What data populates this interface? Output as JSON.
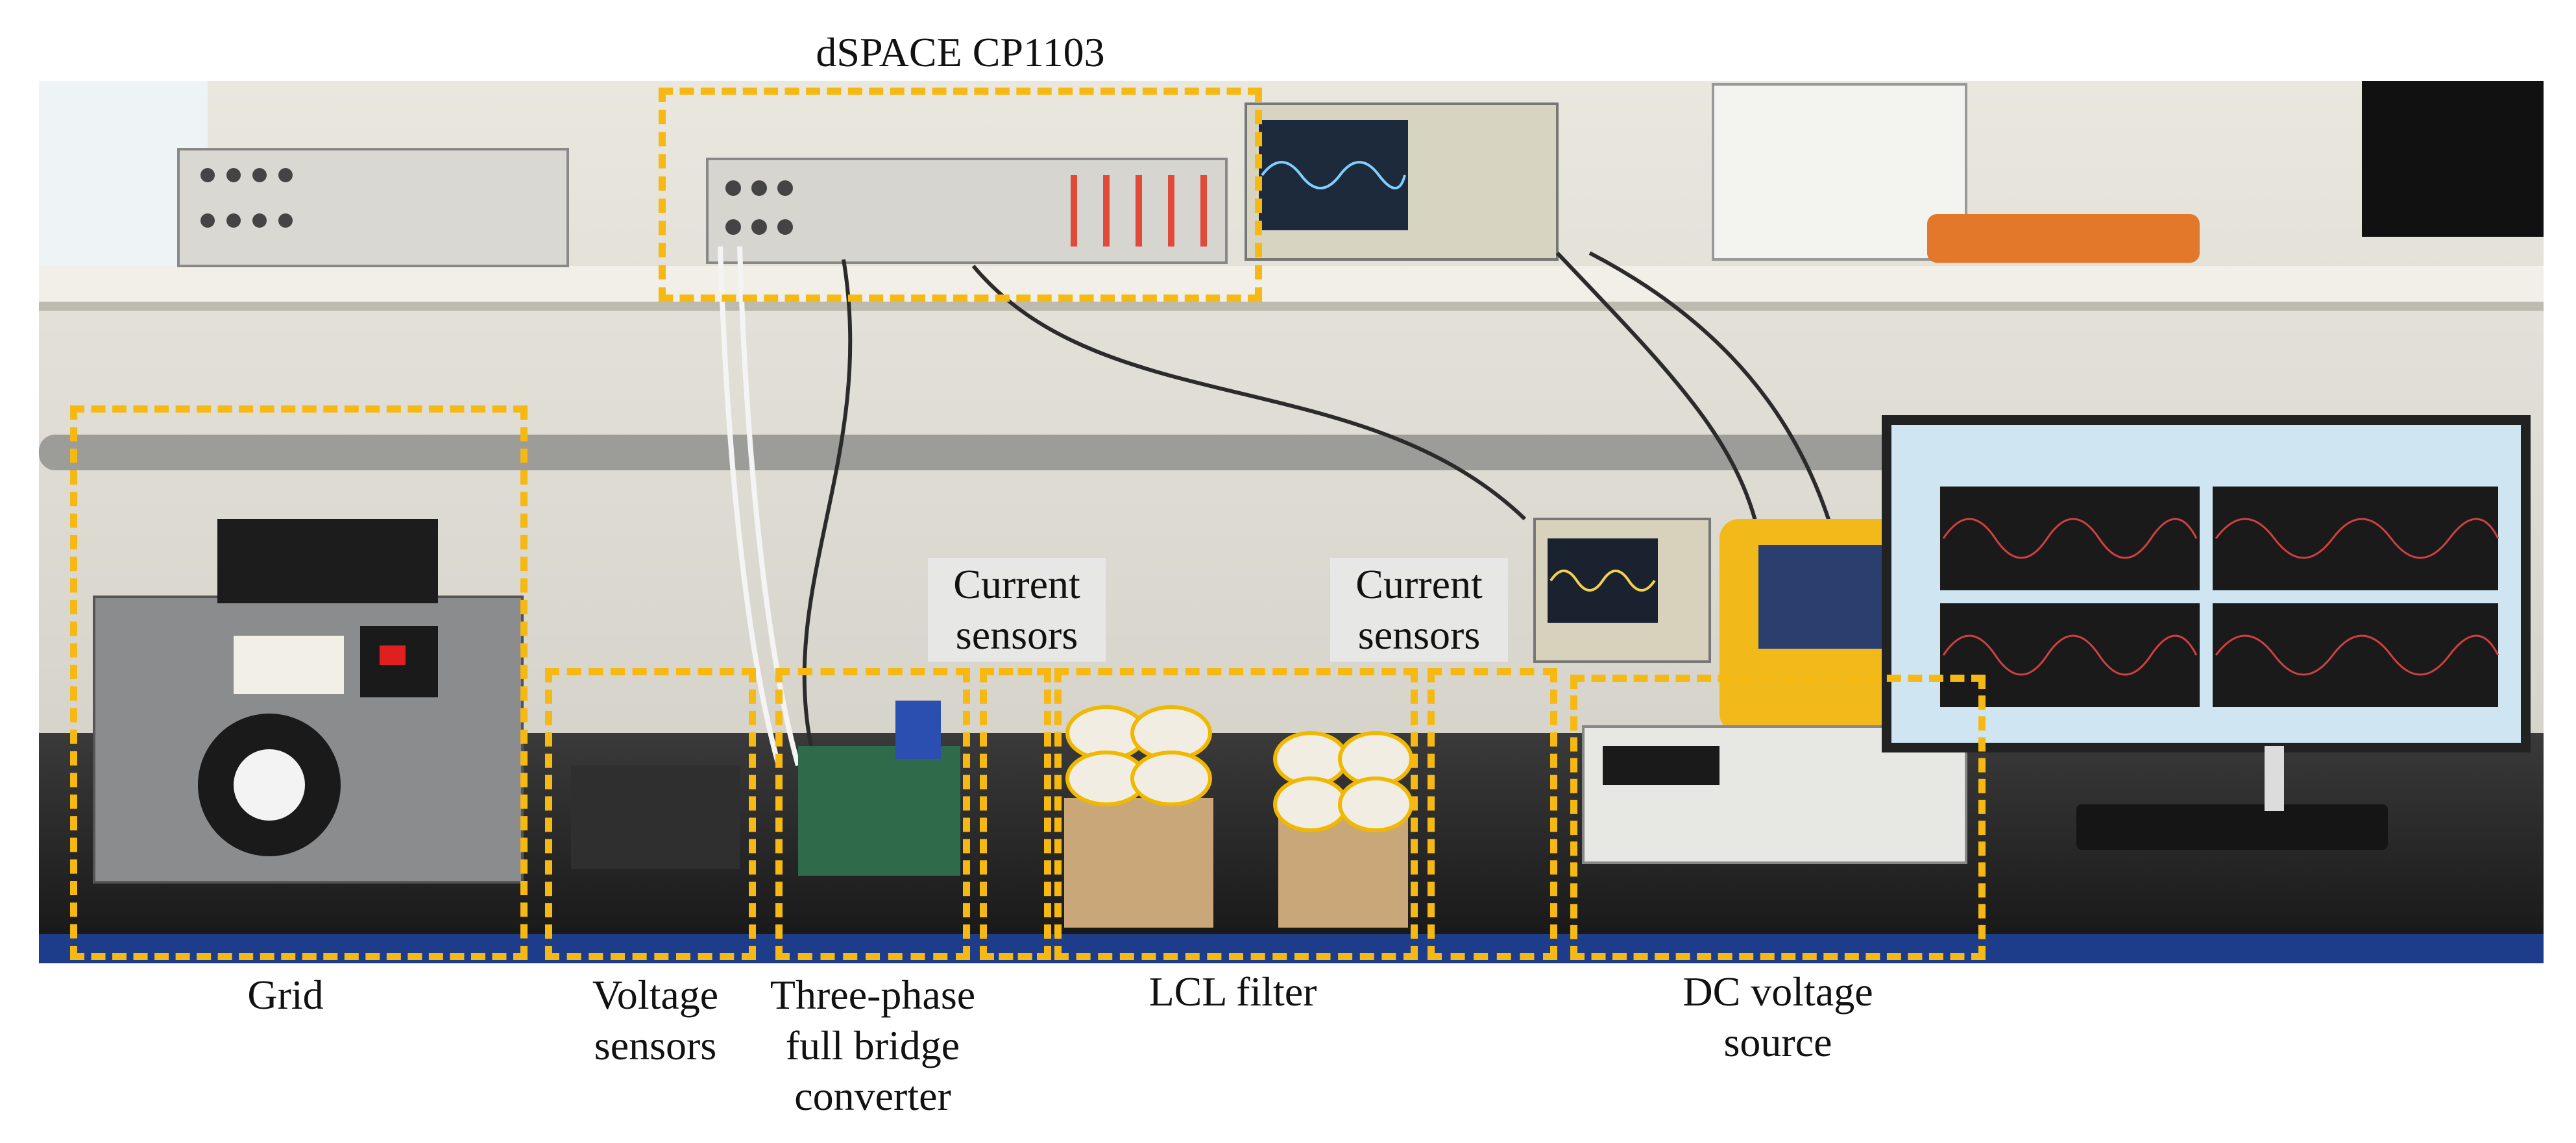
{
  "figure": {
    "labels": {
      "dspace": "dSPACE CP1103",
      "current_sensors_1": "Current sensors",
      "current_sensors_2": "Current sensors",
      "grid": "Grid",
      "voltage_sensors": "Voltage sensors",
      "converter": "Three-phase full bridge converter",
      "lcl_filter": "LCL filter",
      "dc_source": "DC voltage source"
    },
    "colors": {
      "annotation_box": "#f6b913",
      "wall": "#d9d8d0",
      "shelf": "#eceae3",
      "bench": "#262626",
      "monitor_screen": "#cfe6f2"
    }
  }
}
